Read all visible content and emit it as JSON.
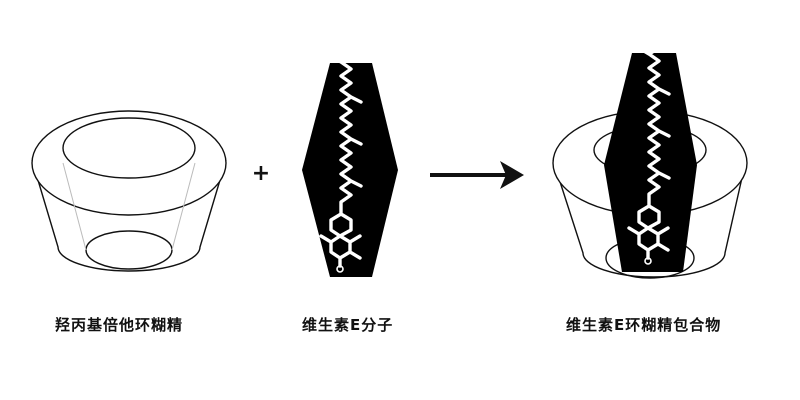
{
  "labels": {
    "cyclodextrin": "羟丙基倍他环糊精",
    "vitamin_e": "维生素E分子",
    "complex": "维生素E环糊精包合物",
    "plus": "+"
  },
  "colors": {
    "ink": "#111111",
    "molecule_fill": "#000000",
    "molecule_bonds": "#ffffff",
    "inner_edges": "#bbbbbb"
  }
}
